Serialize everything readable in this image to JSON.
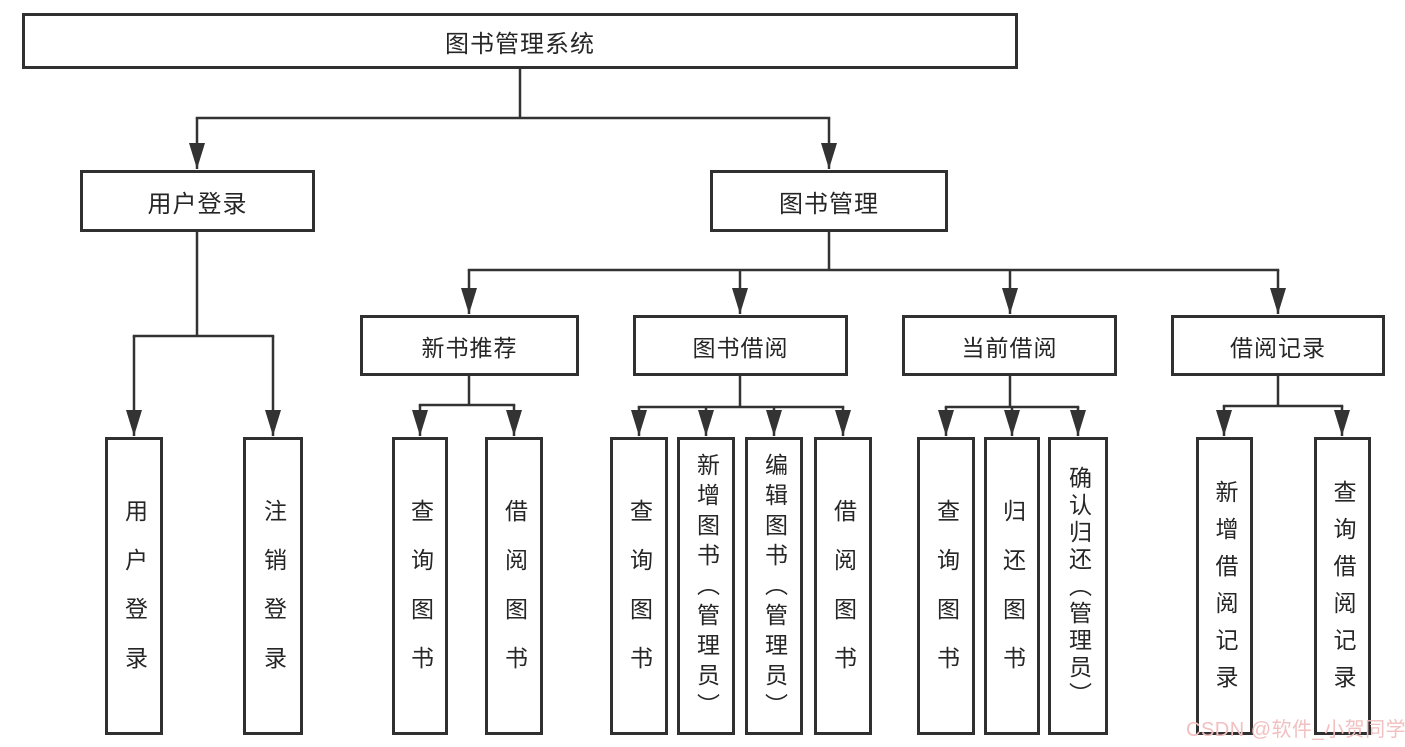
{
  "diagram": {
    "root": {
      "label": "图书管理系统"
    },
    "branches": [
      {
        "label": "用户登录",
        "leaves": [
          {
            "label": "用户登录"
          },
          {
            "label": "注销登录"
          }
        ]
      },
      {
        "label": "图书管理",
        "groups": [
          {
            "label": "新书推荐",
            "leaves": [
              {
                "label": "查询图书"
              },
              {
                "label": "借阅图书"
              }
            ]
          },
          {
            "label": "图书借阅",
            "leaves": [
              {
                "label": "查询图书"
              },
              {
                "label": "新增图书（管理员）"
              },
              {
                "label": "编辑图书（管理员）"
              },
              {
                "label": "借阅图书"
              }
            ]
          },
          {
            "label": "当前借阅",
            "leaves": [
              {
                "label": "查询图书"
              },
              {
                "label": "归还图书"
              },
              {
                "label": "确认归还（管理员）"
              }
            ]
          },
          {
            "label": "借阅记录",
            "leaves": [
              {
                "label": "新增借阅记录"
              },
              {
                "label": "查询借阅记录"
              }
            ]
          }
        ]
      }
    ]
  },
  "watermark": {
    "text": "CSDN @软件_小贺同学",
    "color": "#f2c0c0"
  },
  "style": {
    "line_color": "#333333",
    "border_color": "#303030",
    "text_color": "#262626",
    "background": "#ffffff"
  }
}
